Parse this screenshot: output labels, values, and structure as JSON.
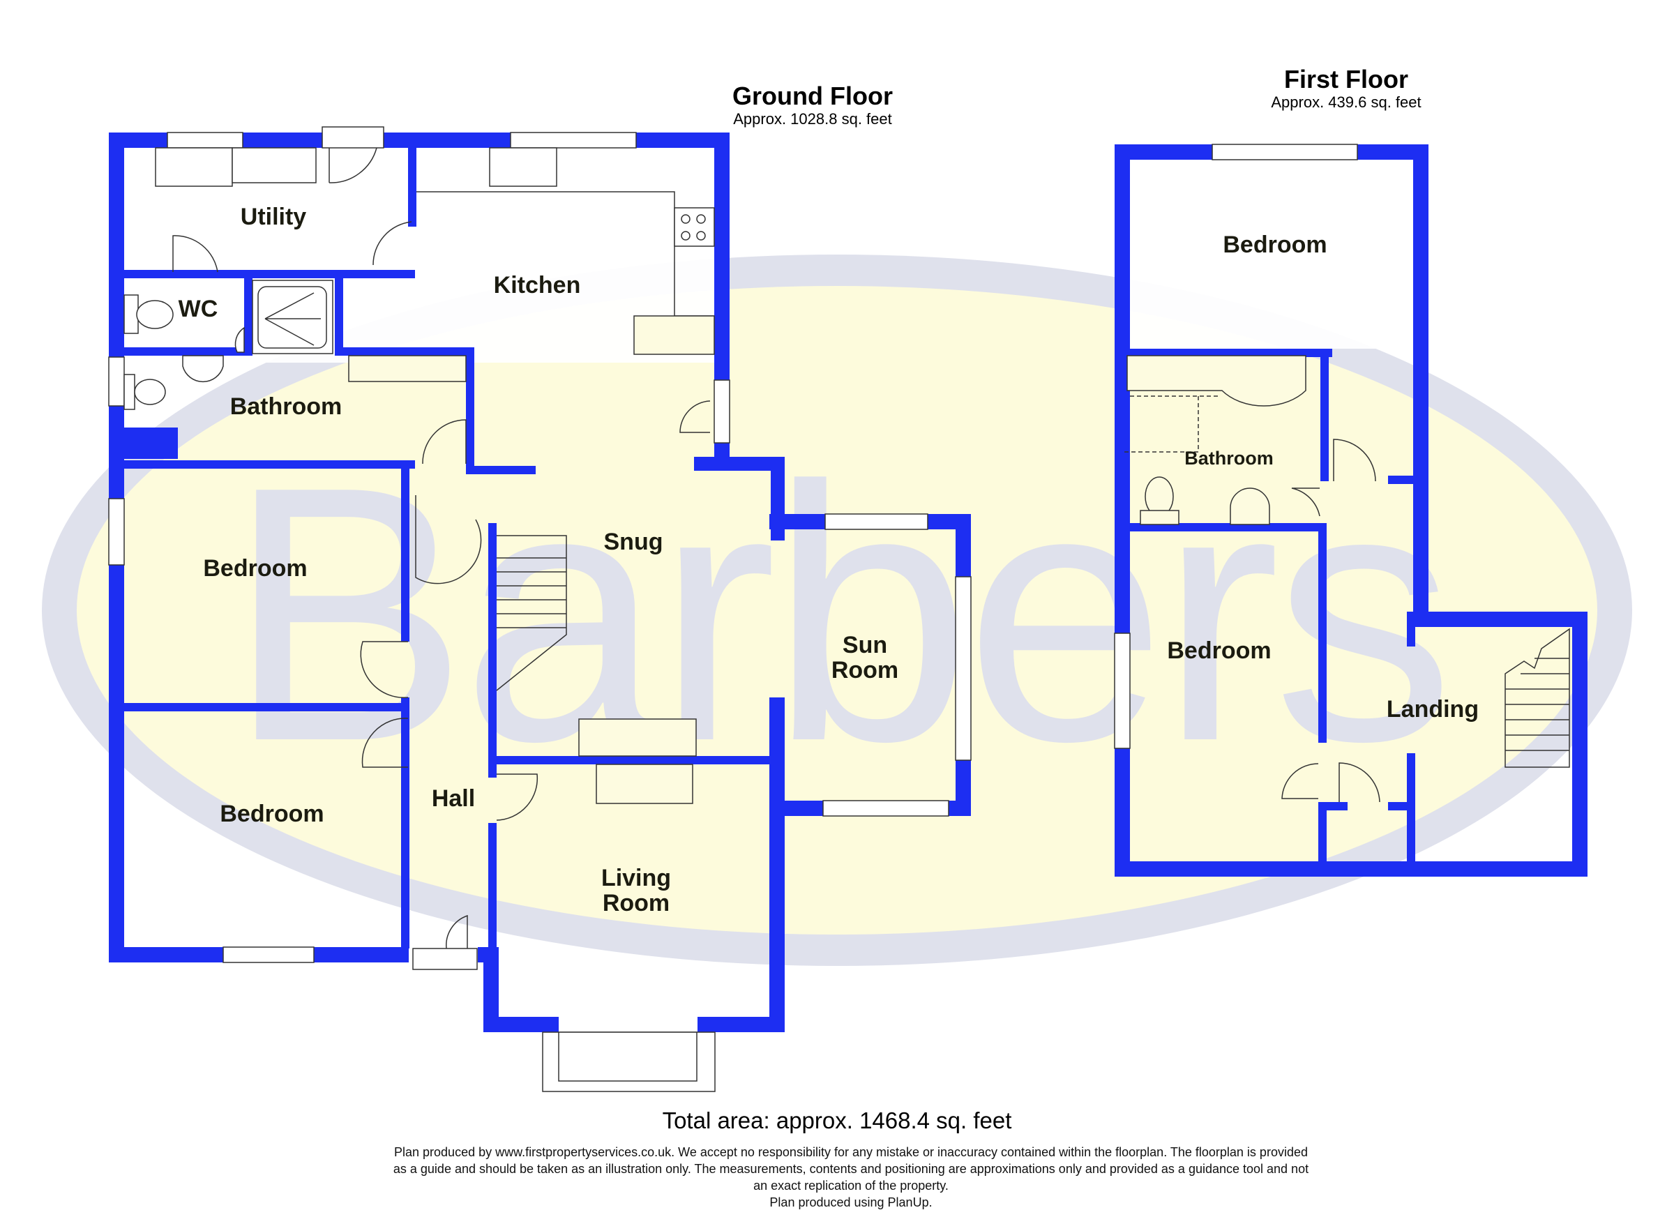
{
  "ground_floor": {
    "title": "Ground Floor",
    "area": "Approx. 1028.8 sq. feet",
    "rooms": [
      {
        "id": "utility",
        "label": "Utility"
      },
      {
        "id": "wc",
        "label": "WC"
      },
      {
        "id": "kitchen",
        "label": "Kitchen"
      },
      {
        "id": "bathroom",
        "label": "Bathroom"
      },
      {
        "id": "bedroom1",
        "label": "Bedroom"
      },
      {
        "id": "bedroom2",
        "label": "Bedroom"
      },
      {
        "id": "snug",
        "label": "Snug"
      },
      {
        "id": "sun_room_line1",
        "label": "Sun"
      },
      {
        "id": "sun_room_line2",
        "label": "Room"
      },
      {
        "id": "hall",
        "label": "Hall"
      },
      {
        "id": "living_room_line1",
        "label": "Living"
      },
      {
        "id": "living_room_line2",
        "label": "Room"
      }
    ]
  },
  "first_floor": {
    "title": "First Floor",
    "area": "Approx. 439.6 sq. feet",
    "rooms": [
      {
        "id": "bedroom_top",
        "label": "Bedroom"
      },
      {
        "id": "bathroom",
        "label": "Bathroom"
      },
      {
        "id": "bedroom_lower",
        "label": "Bedroom"
      },
      {
        "id": "landing",
        "label": "Landing"
      }
    ]
  },
  "watermark": {
    "text": "Barbers",
    "ellipse_color": "#dfe1ec",
    "fill_color": "#fdfbdc"
  },
  "colors": {
    "wall": "#1d2ef2",
    "floor_yellow": "#fdfbdc",
    "text": "#1b1b10"
  },
  "footer": {
    "total_area": "Total area: approx. 1468.4 sq. feet",
    "disclaimer_line1": "Plan produced by www.firstpropertyservices.co.uk. We accept no responsibility for any mistake or inaccuracy contained within the floorplan. The floorplan is provided",
    "disclaimer_line2": "as a guide and should be taken as an illustration only. The measurements, contents and positioning are approximations only and provided as a guidance tool and not",
    "disclaimer_line3": "an exact replication of the property.",
    "disclaimer_line4": "Plan produced using PlanUp."
  }
}
